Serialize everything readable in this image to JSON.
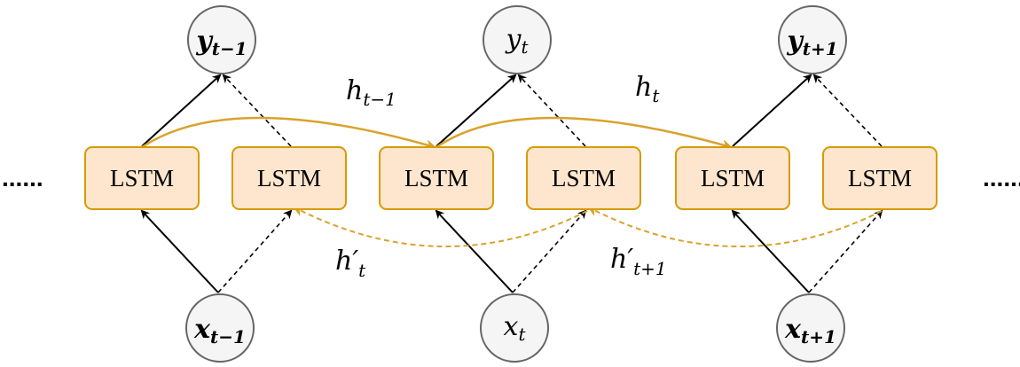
{
  "lstm_label": "LSTM",
  "left_ellipsis": "......",
  "right_ellipsis": "......",
  "outputs": [
    {
      "var": "y",
      "sub": "t−1",
      "bold": true
    },
    {
      "var": "y",
      "sub": "t",
      "bold": false
    },
    {
      "var": "y",
      "sub": "t+1",
      "bold": true
    }
  ],
  "inputs": [
    {
      "var": "x",
      "sub": "t−1",
      "bold": true
    },
    {
      "var": "x",
      "sub": "t",
      "bold": false
    },
    {
      "var": "x",
      "sub": "t+1",
      "bold": true
    }
  ],
  "forward_states": [
    {
      "var": "h",
      "sub": "t−1"
    },
    {
      "var": "h",
      "sub": "t"
    }
  ],
  "backward_states": [
    {
      "var": "h′",
      "sub": "t"
    },
    {
      "var": "h′",
      "sub": "t+1"
    }
  ],
  "colors": {
    "lstm_fill": "#fde5ce",
    "lstm_stroke": "#d79b00",
    "node_fill": "#f5f5f5",
    "node_stroke": "#666666",
    "recurrent_arrow": "#d9a22c"
  }
}
